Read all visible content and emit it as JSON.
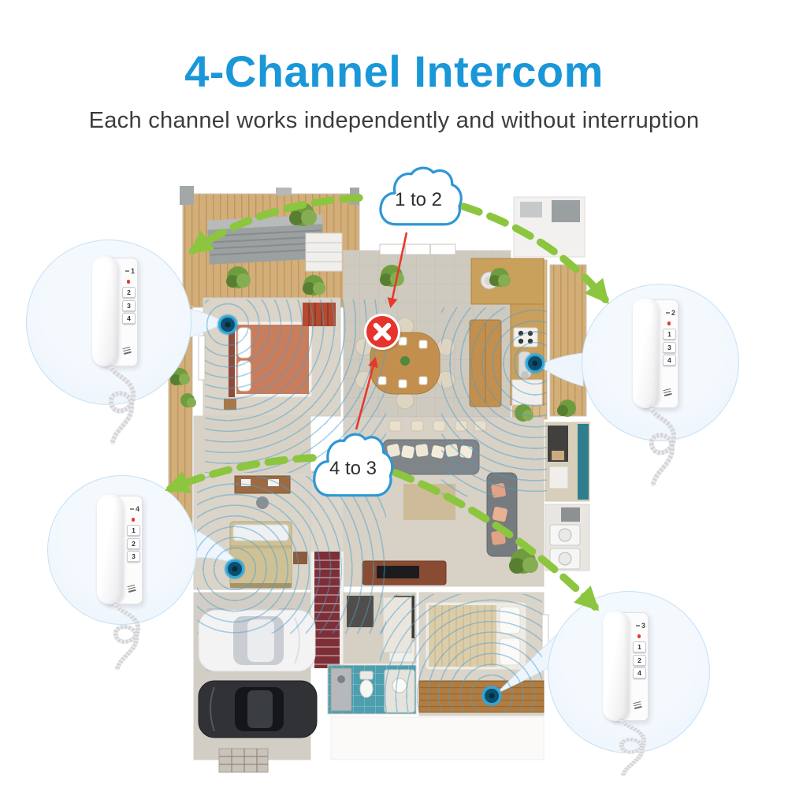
{
  "header": {
    "title": "4-Channel Intercom",
    "subtitle": "Each channel works independently and without interruption"
  },
  "diagram": {
    "clouds": [
      {
        "label": "1 to 2"
      },
      {
        "label": "4 to 3"
      }
    ],
    "intercoms": [
      {
        "position": "top-left",
        "channel": "1",
        "buttons": [
          "2",
          "3",
          "4"
        ]
      },
      {
        "position": "right",
        "channel": "2",
        "buttons": [
          "1",
          "3",
          "4"
        ]
      },
      {
        "position": "left",
        "channel": "4",
        "buttons": [
          "1",
          "2",
          "3"
        ]
      },
      {
        "position": "bottom-right",
        "channel": "3",
        "buttons": [
          "1",
          "2",
          "4"
        ]
      }
    ],
    "colors": {
      "title_blue": "#1a97d8",
      "arrow_green": "#8cc63f",
      "cloud_border": "#2e97d5",
      "blocked_red": "#e6332c",
      "signal_blue": "#4a9ecc",
      "circle_border": "#c6e0f4"
    }
  }
}
